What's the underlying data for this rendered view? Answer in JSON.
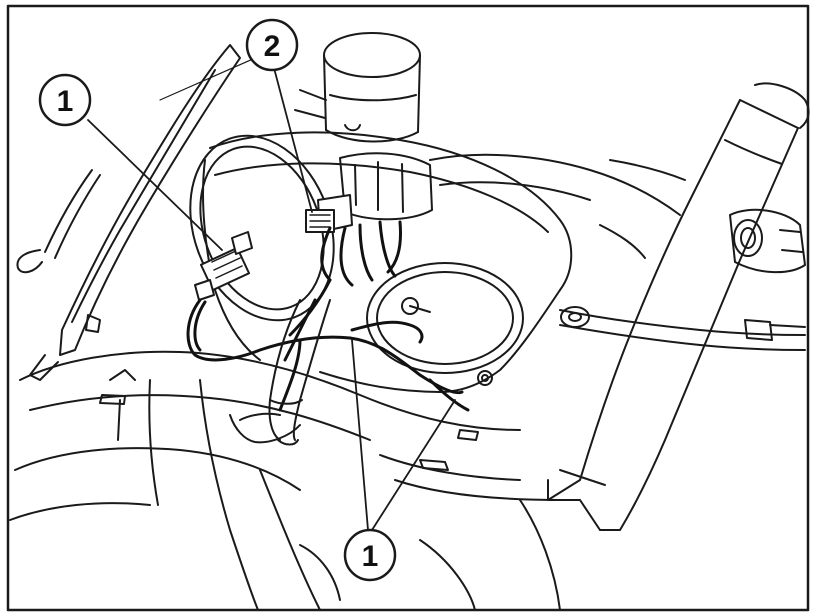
{
  "callouts": {
    "top_left": "1",
    "top_center": "2",
    "bottom": "1"
  },
  "colors": {
    "ink": "#1a1a1a",
    "paper": "#ffffff",
    "wire": "#111111"
  }
}
